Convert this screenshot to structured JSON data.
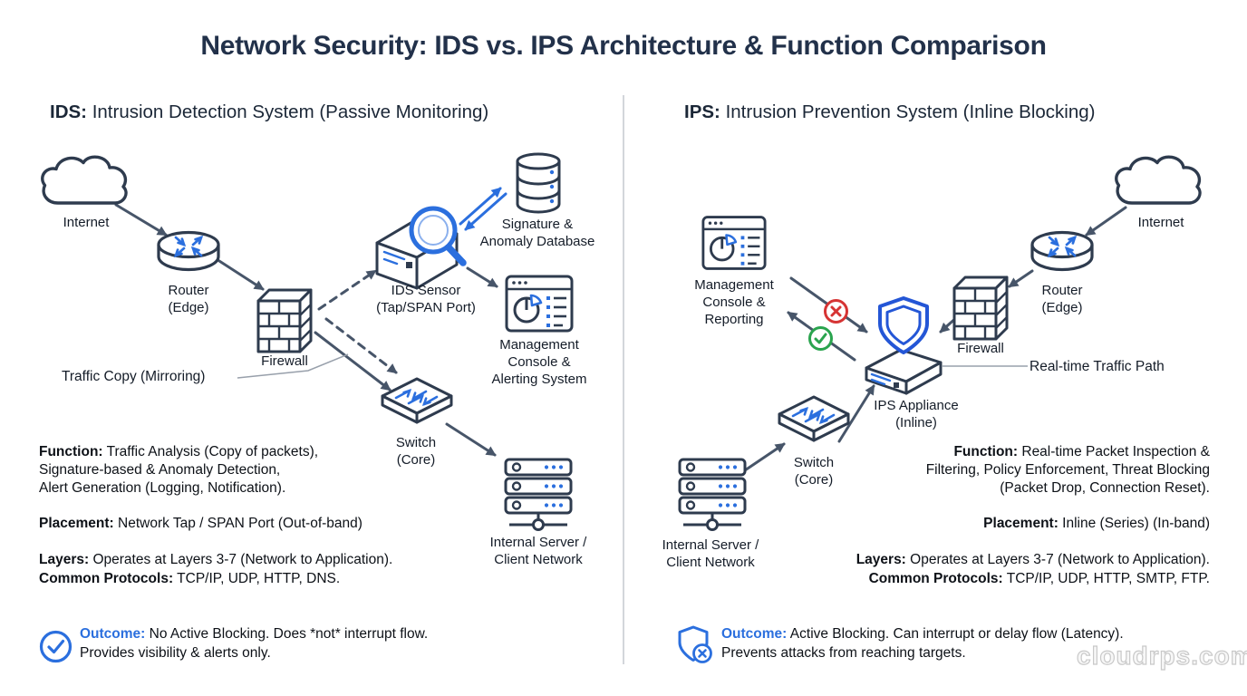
{
  "title": "Network Security: IDS vs. IPS Architecture & Function Comparison",
  "watermark": "cloudrps.com",
  "colors": {
    "accent_blue": "#2b6fde",
    "icon_dark": "#2e3b4e",
    "arrow_gray": "#475569",
    "success_green": "#2aa44e",
    "danger_red": "#d63434",
    "title_navy": "#22314a"
  },
  "ids": {
    "heading_label": "IDS:",
    "heading_text": " Intrusion Detection System (Passive Monitoring)",
    "nodes": {
      "internet": "Internet",
      "router_l1": "Router",
      "router_l2": "(Edge)",
      "firewall": "Firewall",
      "traffic_copy": "Traffic Copy (Mirroring)",
      "sensor_l1": "IDS Sensor",
      "sensor_l2": "(Tap/SPAN Port)",
      "database_l1": "Signature &",
      "database_l2": "Anomaly Database",
      "console_l1": "Management",
      "console_l2": "Console &",
      "console_l3": "Alerting System",
      "switch_l1": "Switch",
      "switch_l2": "(Core)",
      "server_l1": "Internal Server /",
      "server_l2": "Client Network"
    },
    "function_label": "Function:",
    "function_l1": " Traffic Analysis (Copy of packets),",
    "function_l2": "Signature-based & Anomaly Detection,",
    "function_l3": "Alert Generation (Logging, Notification).",
    "placement_label": "Placement:",
    "placement_text": " Network Tap / SPAN Port (Out-of-band)",
    "layers_label": "Layers:",
    "layers_text": " Operates at Layers 3-7 (Network to Application).",
    "protocols_label": "Common Protocols:",
    "protocols_text": " TCP/IP, UDP, HTTP, DNS.",
    "outcome_label": "Outcome:",
    "outcome_l1": " No Active Blocking. Does *not* interrupt flow.",
    "outcome_l2": "Provides visibility & alerts only."
  },
  "ips": {
    "heading_label": "IPS:",
    "heading_text": " Intrusion Prevention System (Inline Blocking)",
    "nodes": {
      "internet": "Internet",
      "router_l1": "Router",
      "router_l2": "(Edge)",
      "firewall": "Firewall",
      "realtime_path": "Real-time Traffic Path",
      "console_l1": "Management",
      "console_l2": "Console &",
      "console_l3": "Reporting",
      "appliance_l1": "IPS Appliance",
      "appliance_l2": "(Inline)",
      "switch_l1": "Switch",
      "switch_l2": "(Core)",
      "server_l1": "Internal Server /",
      "server_l2": "Client Network"
    },
    "function_label": "Function:",
    "function_l1": " Real-time Packet Inspection &",
    "function_l2": "Filtering, Policy Enforcement, Threat Blocking",
    "function_l3": "(Packet Drop, Connection Reset).",
    "placement_label": "Placement:",
    "placement_text": " Inline (Series) (In-band)",
    "layers_label": "Layers:",
    "layers_text": " Operates at Layers 3-7 (Network to Application).",
    "protocols_label": "Common Protocols:",
    "protocols_text": " TCP/IP, UDP, HTTP, SMTP, FTP.",
    "outcome_label": "Outcome:",
    "outcome_l1": " Active Blocking. Can interrupt or delay flow (Latency).",
    "outcome_l2": "Prevents attacks from reaching targets."
  }
}
